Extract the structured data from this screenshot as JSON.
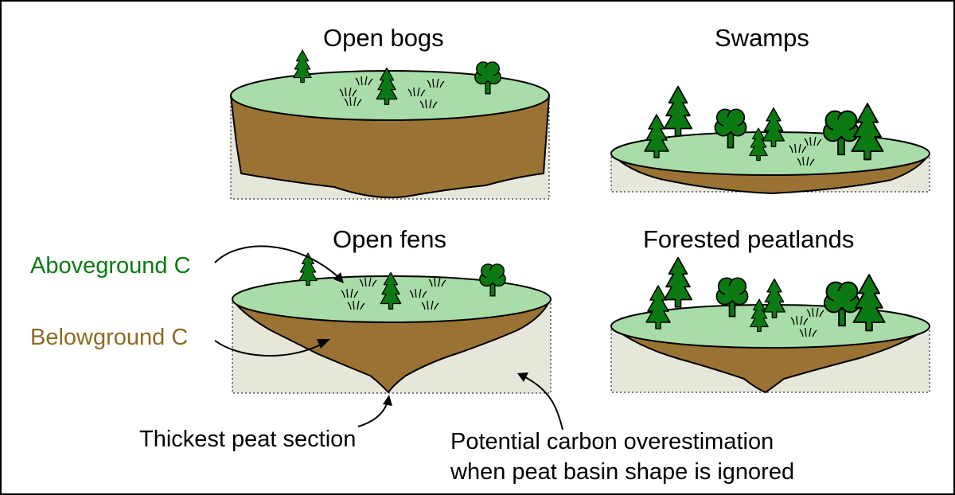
{
  "panels": {
    "open_bogs": "Open bogs",
    "swamps": "Swamps",
    "open_fens": "Open fens",
    "forested_peatlands": "Forested peatlands"
  },
  "labels": {
    "aboveground": "Aboveground C",
    "belowground": "Belowground C",
    "thickest": "Thickest peat section",
    "overestimation_line1": "Potential carbon overestimation",
    "overestimation_line2": "when peat basin shape is ignored"
  },
  "colors": {
    "surface": "#a8dca8",
    "peat": "#9a7233",
    "box_fill": "#e6e6da",
    "tree": "#0b7a12",
    "aboveground_text": "#0b7a12",
    "belowground_text": "#8b6a22"
  },
  "icons": [
    "conifer-tree-icon",
    "deciduous-tree-icon",
    "grass-tuft-icon"
  ]
}
